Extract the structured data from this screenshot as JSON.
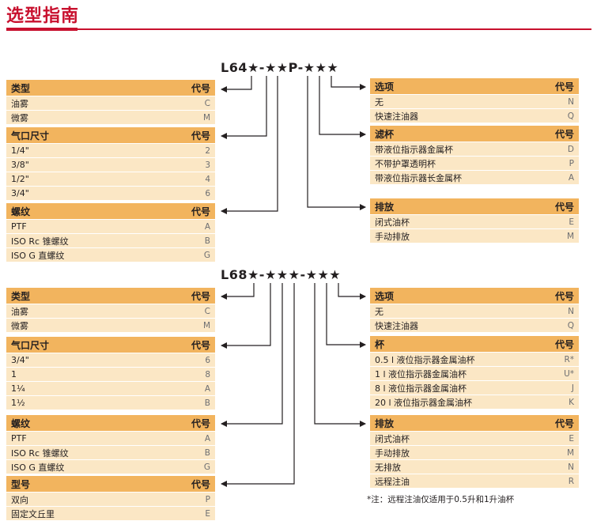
{
  "title": "选型指南",
  "model1": {
    "code": "L64★-★★P-★★★"
  },
  "model2": {
    "code": "L68★-★★★-★★★"
  },
  "tables": [
    {
      "header": [
        "类型",
        "代号"
      ],
      "rows": [
        [
          "油雾",
          "C"
        ],
        [
          "微雾",
          "M"
        ]
      ]
    },
    {
      "header": [
        "气口尺寸",
        "代号"
      ],
      "rows": [
        [
          "1/4\"",
          "2"
        ],
        [
          "3/8\"",
          "3"
        ],
        [
          "1/2\"",
          "4"
        ],
        [
          "3/4\"",
          "6"
        ]
      ]
    },
    {
      "header": [
        "螺纹",
        "代号"
      ],
      "rows": [
        [
          "PTF",
          "A"
        ],
        [
          "ISO Rc 锥螺纹",
          "B"
        ],
        [
          "ISO G 直螺纹",
          "G"
        ]
      ]
    },
    {
      "header": [
        "选项",
        "代号"
      ],
      "rows": [
        [
          "无",
          "N"
        ],
        [
          "快速注油器",
          "Q"
        ]
      ]
    },
    {
      "header": [
        "滤杯",
        "代号"
      ],
      "rows": [
        [
          "带液位指示器金属杯",
          "D"
        ],
        [
          "不带护罩透明杯",
          "P"
        ],
        [
          "带液位指示器长金属杯",
          "A"
        ]
      ]
    },
    {
      "header": [
        "排放",
        "代号"
      ],
      "rows": [
        [
          "闭式油杯",
          "E"
        ],
        [
          "手动排放",
          "M"
        ]
      ]
    },
    {
      "header": [
        "类型",
        "代号"
      ],
      "rows": [
        [
          "油雾",
          "C"
        ],
        [
          "微雾",
          "M"
        ]
      ]
    },
    {
      "header": [
        "气口尺寸",
        "代号"
      ],
      "rows": [
        [
          "3/4\"",
          "6"
        ],
        [
          "1",
          "8"
        ],
        [
          "1¼",
          "A"
        ],
        [
          "1½",
          "B"
        ]
      ]
    },
    {
      "header": [
        "螺纹",
        "代号"
      ],
      "rows": [
        [
          "PTF",
          "A"
        ],
        [
          "ISO Rc 锥螺纹",
          "B"
        ],
        [
          "ISO G 直螺纹",
          "G"
        ]
      ]
    },
    {
      "header": [
        "型号",
        "代号"
      ],
      "rows": [
        [
          "双向",
          "P"
        ],
        [
          "固定文丘里",
          "E"
        ]
      ]
    },
    {
      "header": [
        "选项",
        "代号"
      ],
      "rows": [
        [
          "无",
          "N"
        ],
        [
          "快速注油器",
          "Q"
        ]
      ]
    },
    {
      "header": [
        "杯",
        "代号"
      ],
      "rows": [
        [
          "0.5 l 液位指示器金属油杯",
          "R*"
        ],
        [
          "1 l 液位指示器金属油杯",
          "U*"
        ],
        [
          "8 l 液位指示器金属油杯",
          "J"
        ],
        [
          "20 l 液位指示器金属油杯",
          "K"
        ]
      ]
    },
    {
      "header": [
        "排放",
        "代号"
      ],
      "rows": [
        [
          "闭式油杯",
          "E"
        ],
        [
          "手动排放",
          "M"
        ],
        [
          "无排放",
          "N"
        ],
        [
          "远程注油",
          "R"
        ]
      ]
    }
  ],
  "note": "*注：远程注油仅适用于0.5升和1升油杯"
}
